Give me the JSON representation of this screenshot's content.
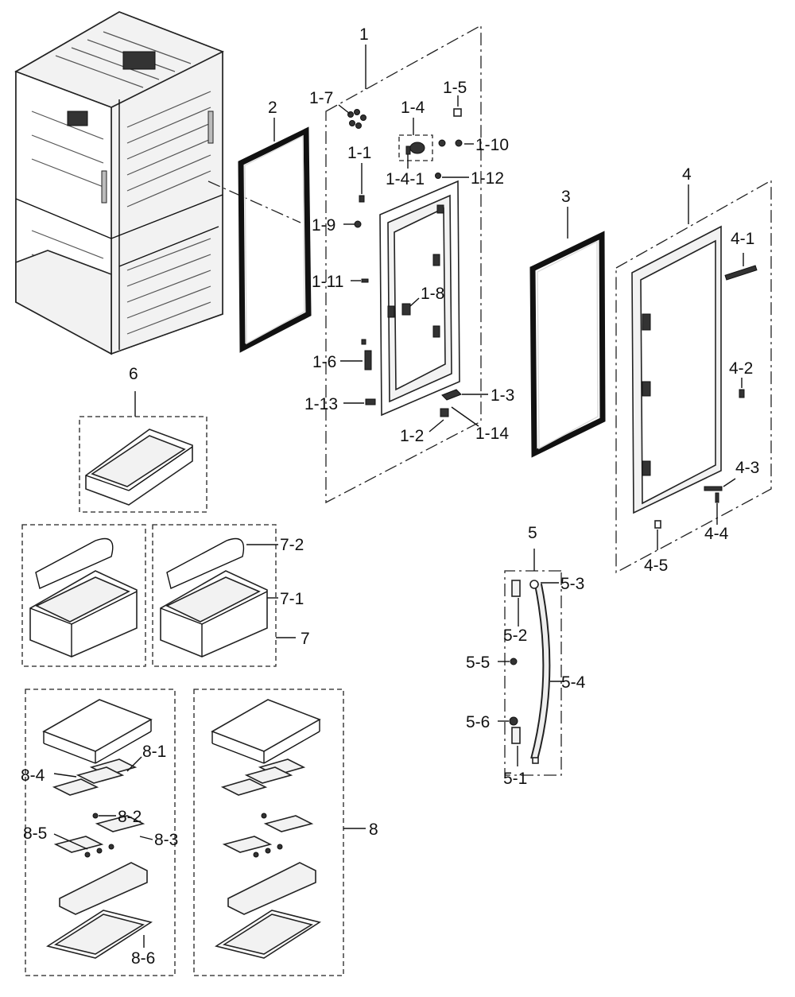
{
  "diagram": {
    "labels": {
      "p1": "1",
      "p1_1": "1-1",
      "p1_2": "1-2",
      "p1_3": "1-3",
      "p1_4": "1-4",
      "p1_4_1": "1-4-1",
      "p1_5": "1-5",
      "p1_6": "1-6",
      "p1_7": "1-7",
      "p1_8": "1-8",
      "p1_9": "1-9",
      "p1_10": "1-10",
      "p1_11": "1-11",
      "p1_12": "1-12",
      "p1_13": "1-13",
      "p1_14": "1-14",
      "p2": "2",
      "p3": "3",
      "p4": "4",
      "p4_1": "4-1",
      "p4_2": "4-2",
      "p4_3": "4-3",
      "p4_4": "4-4",
      "p4_5": "4-5",
      "p5": "5",
      "p5_1": "5-1",
      "p5_2": "5-2",
      "p5_3": "5-3",
      "p5_4": "5-4",
      "p5_5": "5-5",
      "p5_6": "5-6",
      "p6": "6",
      "p7": "7",
      "p7_1": "7-1",
      "p7_2": "7-2",
      "p8": "8",
      "p8_1": "8-1",
      "p8_2": "8-2",
      "p8_3": "8-3",
      "p8_4": "8-4",
      "p8_5": "8-5",
      "p8_6": "8-6"
    }
  }
}
